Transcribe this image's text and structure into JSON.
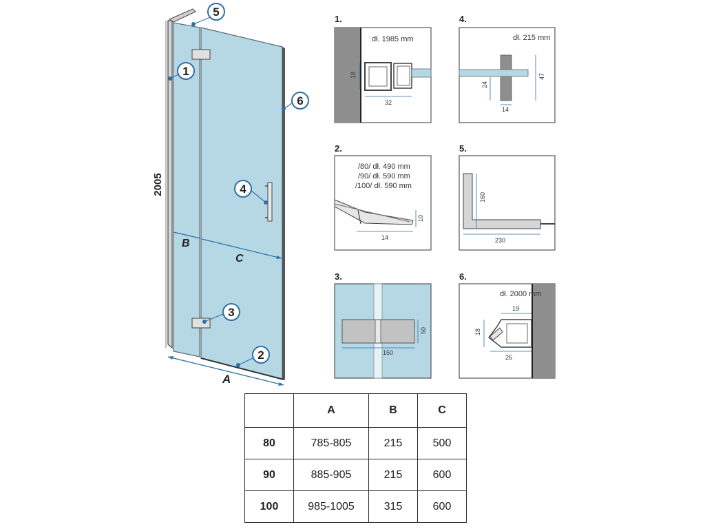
{
  "main_drawing": {
    "height_label": "2005",
    "width_label_a": "A",
    "width_label_b": "B",
    "width_label_c": "C",
    "callouts": [
      "1",
      "2",
      "3",
      "4",
      "5",
      "6"
    ]
  },
  "details": [
    {
      "number": "1.",
      "lengths": [
        "dł. 1985 mm"
      ],
      "dims": [
        "18",
        "32"
      ]
    },
    {
      "number": "2.",
      "lengths": [
        "/80/ dł. 490 mm",
        "/90/ dł. 590 mm",
        "/100/ dł. 590 mm"
      ],
      "dims": [
        "10",
        "14"
      ]
    },
    {
      "number": "3.",
      "lengths": [],
      "dims": [
        "50",
        "150"
      ]
    },
    {
      "number": "4.",
      "lengths": [
        "dł. 215 mm"
      ],
      "dims": [
        "24",
        "47",
        "14"
      ]
    },
    {
      "number": "5.",
      "lengths": [],
      "dims": [
        "160",
        "230"
      ]
    },
    {
      "number": "6.",
      "lengths": [
        "dł. 2000 mm"
      ],
      "dims": [
        "19",
        "18",
        "26"
      ]
    }
  ],
  "table": {
    "headers": [
      "",
      "A",
      "B",
      "C"
    ],
    "rows": [
      [
        "80",
        "785-805",
        "215",
        "500"
      ],
      [
        "90",
        "885-905",
        "215",
        "600"
      ],
      [
        "100",
        "985-1005",
        "315",
        "600"
      ]
    ]
  },
  "colors": {
    "glass": "#b5d8e4",
    "glass_dark": "#8fc0d2",
    "accent": "#2f6fa8",
    "wall": "#8e8e8e",
    "frame": "#555555"
  }
}
